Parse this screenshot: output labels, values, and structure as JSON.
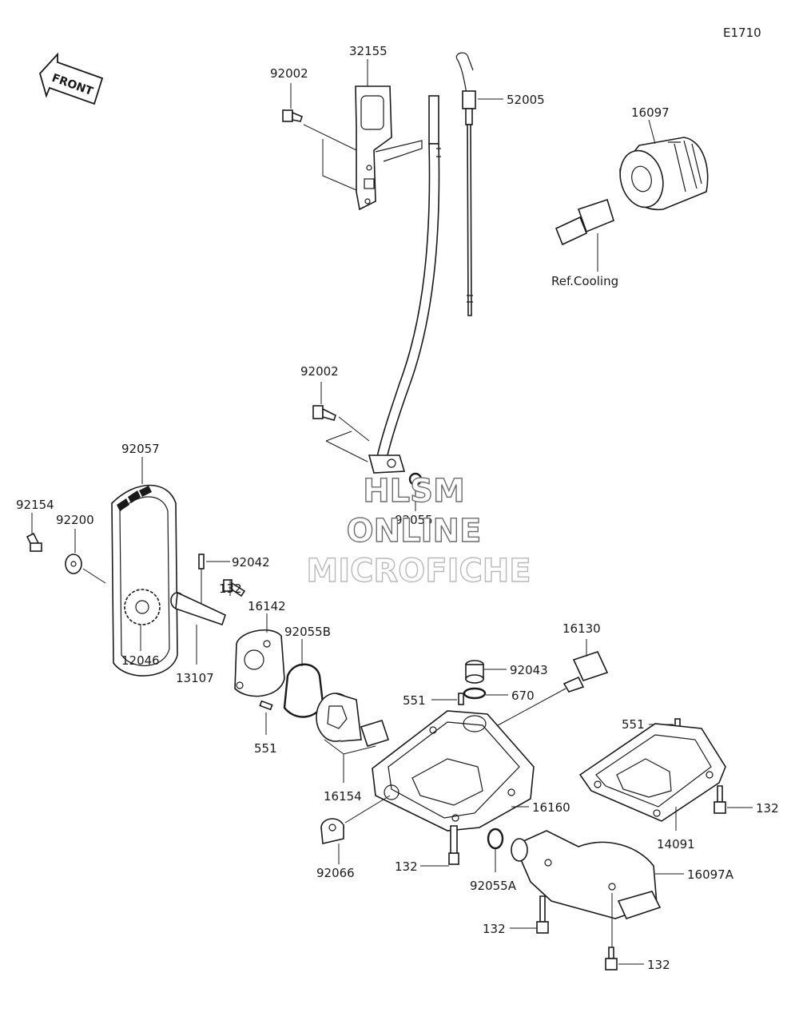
{
  "diagram_code": "E1710",
  "front_arrow": {
    "label": "FRONT",
    "icon": "front-arrow-icon"
  },
  "callouts": {
    "c32155": "32155",
    "c92002_top": "92002",
    "c52005": "52005",
    "c16097": "16097",
    "ref_cooling": "Ref.Cooling",
    "c92002_mid": "92002",
    "c92055": "92055",
    "c92057": "92057",
    "c92154": "92154",
    "c92200": "92200",
    "c92042": "92042",
    "c132_pump": "132",
    "c16142": "16142",
    "c92055B": "92055B",
    "c12046": "12046",
    "c13107": "13107",
    "c551_pump": "551",
    "c16154": "16154",
    "c92043": "92043",
    "c16130": "16130",
    "c670": "670",
    "c551_pan": "551",
    "c551_right": "551",
    "c132_right": "132",
    "c16160": "16160",
    "c14091": "14091",
    "c92066": "92066",
    "c132_pan": "132",
    "c92055A": "92055A",
    "c16097A": "16097A",
    "c132_cover": "132",
    "c132_bottom": "132"
  },
  "watermark": {
    "line1": "HLSM",
    "line2": "ONLINE",
    "line3": "MICROFICHE"
  }
}
